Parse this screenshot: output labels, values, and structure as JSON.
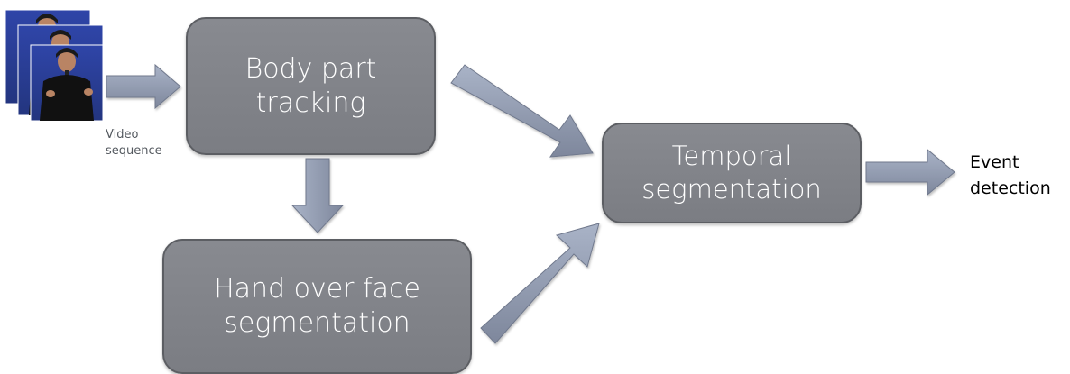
{
  "diagram": {
    "nodes": {
      "body_part_tracking": [
        "Body part",
        "tracking"
      ],
      "hand_over_face": [
        "Hand over face",
        "segmentation"
      ],
      "temporal_segmentation": [
        "Temporal",
        "segmentation"
      ]
    },
    "input_label": [
      "Video",
      "sequence"
    ],
    "output_label": [
      "Event",
      "detection"
    ],
    "edges": [
      {
        "from": "video_sequence",
        "to": "body_part_tracking"
      },
      {
        "from": "body_part_tracking",
        "to": "hand_over_face"
      },
      {
        "from": "body_part_tracking",
        "to": "temporal_segmentation"
      },
      {
        "from": "hand_over_face",
        "to": "temporal_segmentation"
      },
      {
        "from": "temporal_segmentation",
        "to": "event_detection"
      }
    ],
    "colors": {
      "box_fill": "#808287",
      "box_border": "#5c5e63",
      "box_text": "#ffffff",
      "arrow_fill": "#8e98ad",
      "frame_background": "#2d3f9b"
    }
  }
}
